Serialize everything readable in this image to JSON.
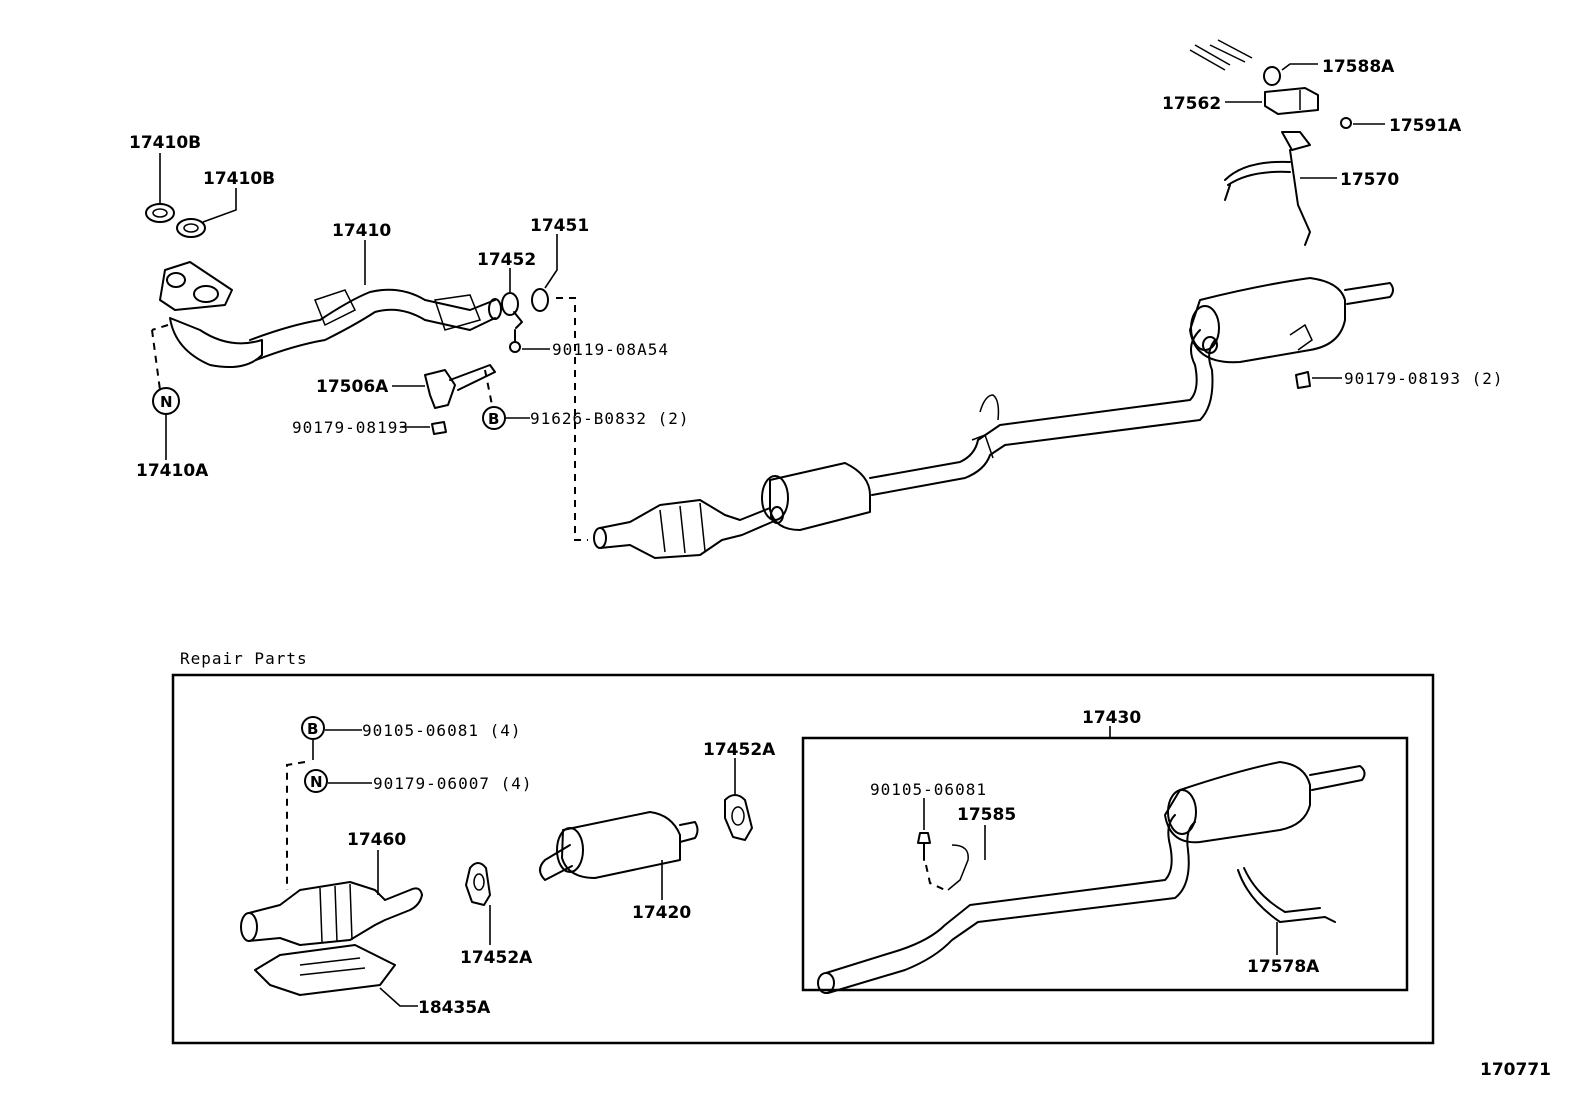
{
  "section_title": "Repair Parts",
  "figure_number": "170771",
  "main_assembly": {
    "labels": {
      "p17410B_1": "17410B",
      "p17410B_2": "17410B",
      "p17410": "17410",
      "p17410A": "17410A",
      "nut_symbol": "N",
      "bolt_symbol": "B",
      "p17452": "17452",
      "p17451": "17451",
      "p90119": "90119-08A54",
      "p17506A": "17506A",
      "p90179_left": "90179-08193",
      "p91626": "91626-B0832 (2)",
      "p17588A": "17588A",
      "p17562": "17562",
      "p17591A": "17591A",
      "p17570": "17570",
      "p90179_right": "90179-08193 (2)"
    }
  },
  "repair_parts": {
    "labels": {
      "p90105_left": "90105-06081 (4)",
      "p90179_06007": "90179-06007 (4)",
      "bolt_symbol": "B",
      "nut_symbol": "N",
      "p17460": "17460",
      "p18435A": "18435A",
      "p17452A_left": "17452A",
      "p17420": "17420",
      "p17452A_right": "17452A"
    },
    "sub_assembly": {
      "number": "17430",
      "labels": {
        "p90105": "90105-06081",
        "p17585": "17585",
        "p17578A": "17578A"
      }
    }
  }
}
